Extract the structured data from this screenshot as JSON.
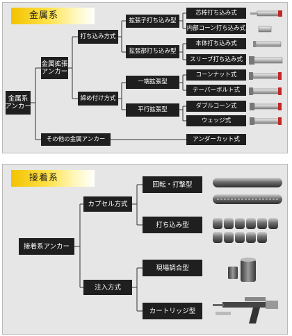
{
  "metal": {
    "heading": "金属系",
    "root": "金属系\nアンカー",
    "expansion": "金属拡張\nアンカー",
    "drive_in": "打ち込み方式",
    "tighten": "締め付け方式",
    "other_metal": "その他の金属アンカー",
    "internal_expansion": "拡張子打ち込み型",
    "body_expansion": "拡張部打ち込み型",
    "single_expansion": "一端拡張型",
    "parallel_expansion": "平行拡張型",
    "core_rod": "芯棒打ち込み式",
    "internal_cone": "内部コーン打ち込み式",
    "body_drive": "本体打ち込み式",
    "sleeve_drive": "スリーブ打ち込み式",
    "cone_nut": "コーンナット式",
    "taper_bolt": "テーパーボルト式",
    "double_cone": "ダブルコーン式",
    "wedge": "ウェッジ式",
    "undercut": "アンダーカット式"
  },
  "adhesive": {
    "heading": "接着系",
    "root": "接着系アンカー",
    "capsule": "カプセル方式",
    "injection": "注入方式",
    "rotary": "回転・打撃型",
    "drive_type": "打ち込み型",
    "onsite_mix": "現場調合型",
    "cartridge": "カートリッジ型"
  }
}
